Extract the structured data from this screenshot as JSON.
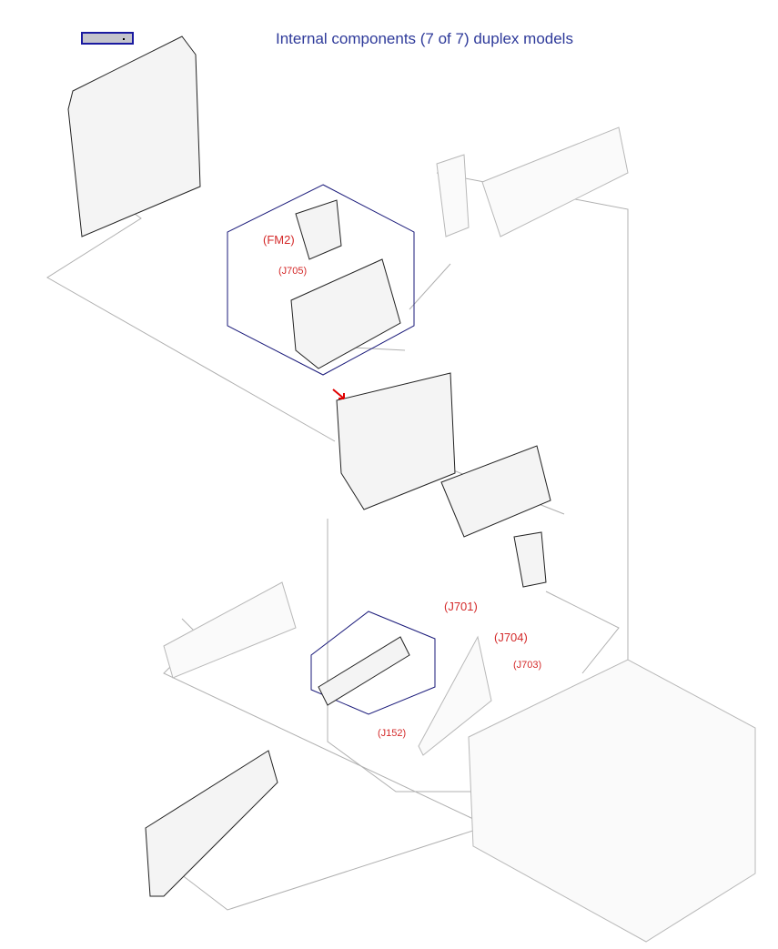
{
  "header": {
    "title": "Internal components (7 of 7) duplex models"
  },
  "labels": {
    "fm2": "(FM2)",
    "j705": "(J705)",
    "j701": "(J701)",
    "j704": "(J704)",
    "j703": "(J703)",
    "j152": "(J152)"
  },
  "colors": {
    "title": "#2e3a9a",
    "callout": "#d42a2a",
    "group_outline": "#1a1a7a",
    "leader": "#a0a0a0"
  }
}
